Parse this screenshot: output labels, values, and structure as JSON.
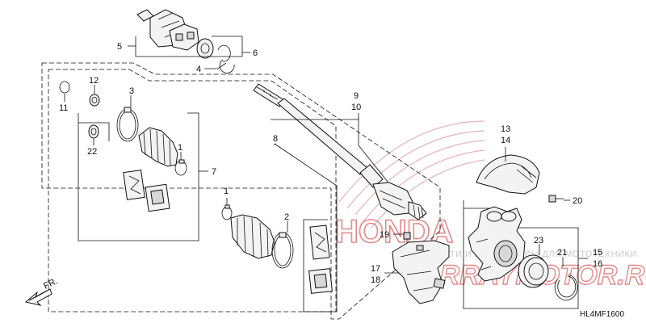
{
  "diagram_code": "HL4MF1600",
  "direction_label": "FR.",
  "watermark": {
    "logo_text": "HONDA",
    "subtitle": "ЗАПЧАСТИ И АКСЕССУАРЫ ДЛЯ МОТОТЕХНИКИ",
    "site_text": "ARRAYMOTOR.RU"
  },
  "callouts": {
    "n1a": "1",
    "n1b": "1",
    "n2": "2",
    "n3": "3",
    "n4": "4",
    "n5": "5",
    "n6": "6",
    "n7": "7",
    "n8": "8",
    "n9": "9",
    "n10": "10",
    "n11": "11",
    "n12": "12",
    "n13": "13",
    "n14": "14",
    "n15": "15",
    "n16": "16",
    "n17": "17",
    "n18": "18",
    "n19": "19",
    "n20": "20",
    "n21": "21",
    "n22": "22",
    "n23": "23"
  },
  "colors": {
    "line": "#111111",
    "watermark_red": "#e58a8a",
    "watermark_gray": "#c8c8c8"
  }
}
